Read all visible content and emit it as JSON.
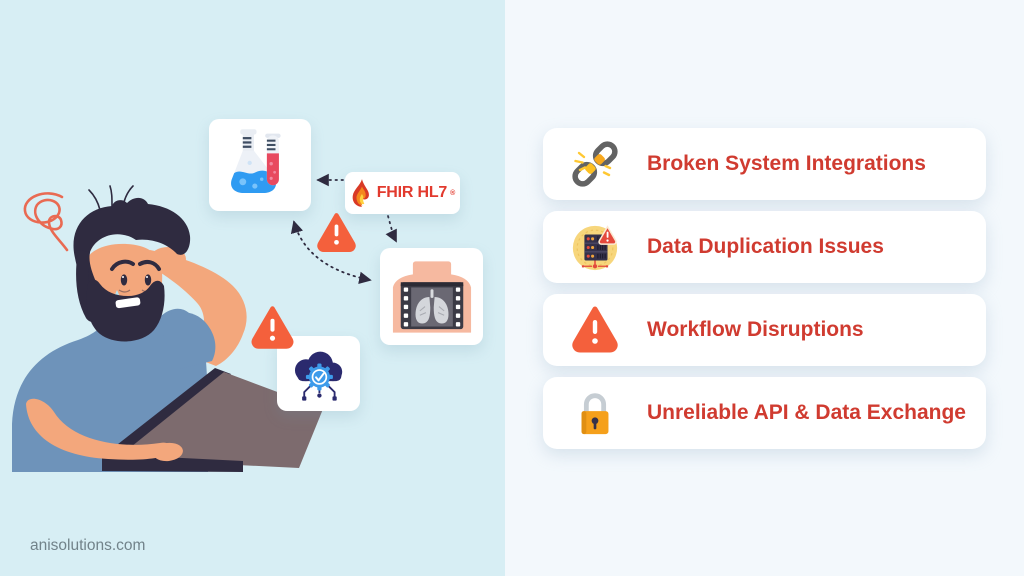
{
  "illustration": {
    "description": "frustrated man with hand on head at laptop",
    "fhir_badge": {
      "label": "FHIR HL7",
      "registered_mark": "®",
      "icon": "flame-icon"
    },
    "icons": [
      "lab-flasks-icon",
      "chest-xray-icon",
      "cloud-gear-network-icon",
      "warning-triangle-icon",
      "warning-triangle-icon",
      "stress-squiggle-icon"
    ]
  },
  "problems": {
    "items": [
      {
        "label": "Broken System Integrations",
        "icon": "broken-chain-icon"
      },
      {
        "label": "Data Duplication Issues",
        "icon": "server-warning-icon"
      },
      {
        "label": "Workflow Disruptions",
        "icon": "warning-triangle-icon"
      },
      {
        "label": "Unreliable API & Data Exchange",
        "icon": "padlock-icon"
      }
    ]
  },
  "footer": {
    "website": "anisolutions.com"
  },
  "colors": {
    "left_background": "#d7eef4",
    "right_background": "#f3f8fc",
    "card_background": "#ffffff",
    "heading_red": "#d03b30",
    "warning_orange": "#f4603c",
    "fhir_red": "#e23a2e",
    "footer_gray": "#72838a"
  }
}
